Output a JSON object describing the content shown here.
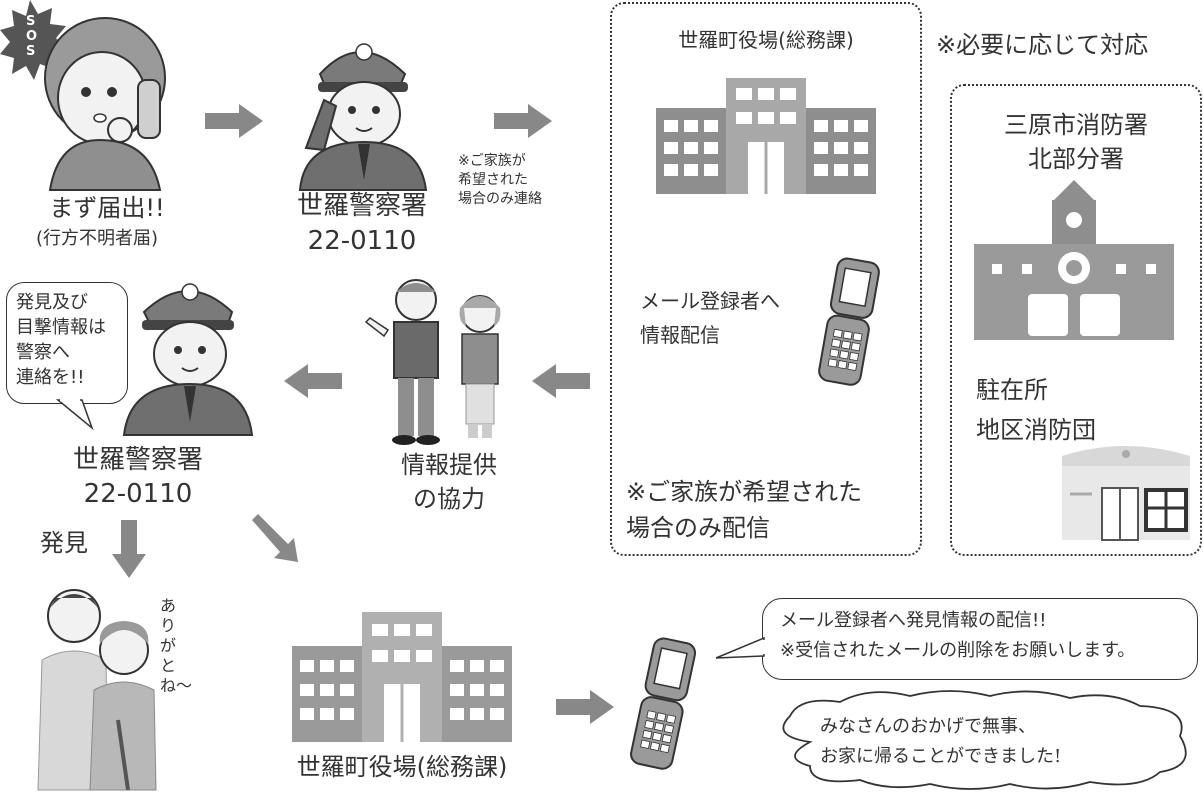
{
  "report": {
    "first_report": "まず届出!!",
    "missing_report": "(行方不明者届)"
  },
  "police_top": {
    "name": "世羅警察署",
    "phone": "22-0110"
  },
  "family_note_small": "※ご家族が\n希望された\n場合のみ連絡",
  "town_hall_top": {
    "name": "世羅町役場(総務課)",
    "mail_text": "メール登録者へ\n情報配信",
    "family_note": "※ご家族が希望された\n場合のみ配信"
  },
  "as_needed": "※必要に応じて対応",
  "fire": {
    "name": "三原市消防署\n北部分署",
    "local": "駐在所\n地区消防団"
  },
  "police_speech": "発見及び\n目撃情報は\n警察へ\n連絡を!!",
  "police_mid": {
    "name": "世羅警察署",
    "phone": "22-0110"
  },
  "cooperation": "情報提供\nの協力",
  "found": "発見",
  "thanks": "ありがとね〜",
  "sos": "SOS",
  "town_hall_bottom": "世羅町役場(総務課)",
  "mail_notice": "メール登録者へ発見情報の配信!!\n※受信されたメールの削除をお願いします。",
  "cloud_message": "みなさんのおかげで無事、\nお家に帰ることができました!"
}
